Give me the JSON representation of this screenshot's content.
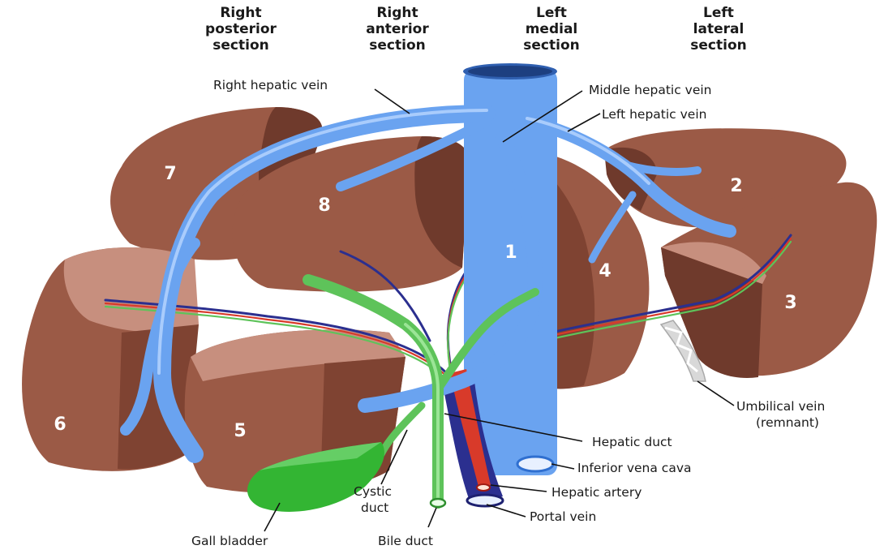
{
  "section_headers": [
    {
      "key": "right_posterior",
      "lines": [
        "Right",
        "posterior",
        "section"
      ]
    },
    {
      "key": "right_anterior",
      "lines": [
        "Right",
        "anterior",
        "section"
      ]
    },
    {
      "key": "left_medial",
      "lines": [
        "Left",
        "medial",
        "section"
      ]
    },
    {
      "key": "left_lateral",
      "lines": [
        "Left",
        "lateral",
        "section"
      ]
    }
  ],
  "segments": [
    "1",
    "2",
    "3",
    "4",
    "5",
    "6",
    "7",
    "8"
  ],
  "labels": {
    "right_hepatic_vein": "Right hepatic vein",
    "middle_hepatic_vein": "Middle hepatic vein",
    "left_hepatic_vein": "Left hepatic vein",
    "umbilical_vein_1": "Umbilical vein",
    "umbilical_vein_2": "(remnant)",
    "hepatic_duct": "Hepatic duct",
    "inferior_vena_cava": "Inferior vena cava",
    "hepatic_artery": "Hepatic artery",
    "portal_vein": "Portal vein",
    "cystic_duct_1": "Cystic",
    "cystic_duct_2": "duct",
    "gall_bladder": "Gall bladder",
    "bile_duct": "Bile duct"
  },
  "colors": {
    "liver": "#9b5a46",
    "liver_light": "#c78f7e",
    "liver_dark": "#6f3a2c",
    "vein": "#6aa3f0",
    "vein_dark": "#2f6fd0",
    "portal": "#2b2f8f",
    "artery": "#d83a2a",
    "bile": "#5ec35a",
    "gallbladder": "#33b533"
  }
}
